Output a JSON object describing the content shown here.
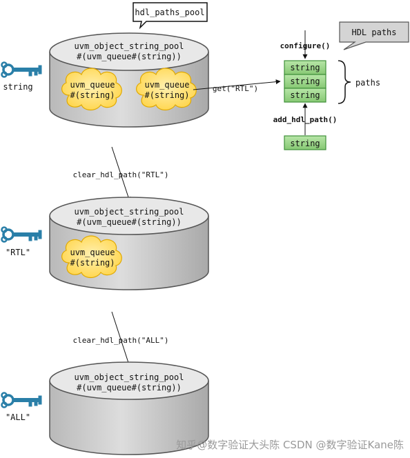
{
  "callouts": {
    "pool_title": "hdl_paths_pool",
    "hdl_paths": "HDL paths"
  },
  "pools": [
    {
      "title_line1": "uvm_object_string_pool",
      "title_line2": "#(uvm_queue#(string))",
      "key_label": "string",
      "queues": [
        {
          "line1": "uvm_queue",
          "line2": "#(string)"
        },
        {
          "line1": "uvm_queue",
          "line2": "#(string)"
        }
      ]
    },
    {
      "title_line1": "uvm_object_string_pool",
      "title_line2": "#(uvm_queue#(string))",
      "key_label": "\"RTL\"",
      "queues": [
        {
          "line1": "uvm_queue",
          "line2": "#(string)"
        }
      ]
    },
    {
      "title_line1": "uvm_object_string_pool",
      "title_line2": "#(uvm_queue#(string))",
      "key_label": "\"ALL\"",
      "queues": []
    }
  ],
  "operations": {
    "get": "get(\"RTL\")",
    "configure": "configure()",
    "add_hdl_path": "add_hdl_path()",
    "clear_rtl": "clear_hdl_path(\"RTL\")",
    "clear_all": "clear_hdl_path(\"ALL\")"
  },
  "paths": {
    "label": "paths",
    "stack_items": [
      "string",
      "string",
      "string"
    ],
    "incoming_item": "string"
  },
  "watermark": "知乎@数字验证大头陈  CSDN @数字验证Kane陈",
  "colors": {
    "key": "#2a7fa8",
    "cloud_fill": "#ffe07a",
    "cloud_stroke": "#d9a400",
    "path_fill": "#8fce7a",
    "path_stroke": "#3f8f3a",
    "cylinder_top": "#e6e6e6",
    "cylinder_body": "#c8c8c8"
  },
  "icons": {
    "key": "key-icon"
  }
}
